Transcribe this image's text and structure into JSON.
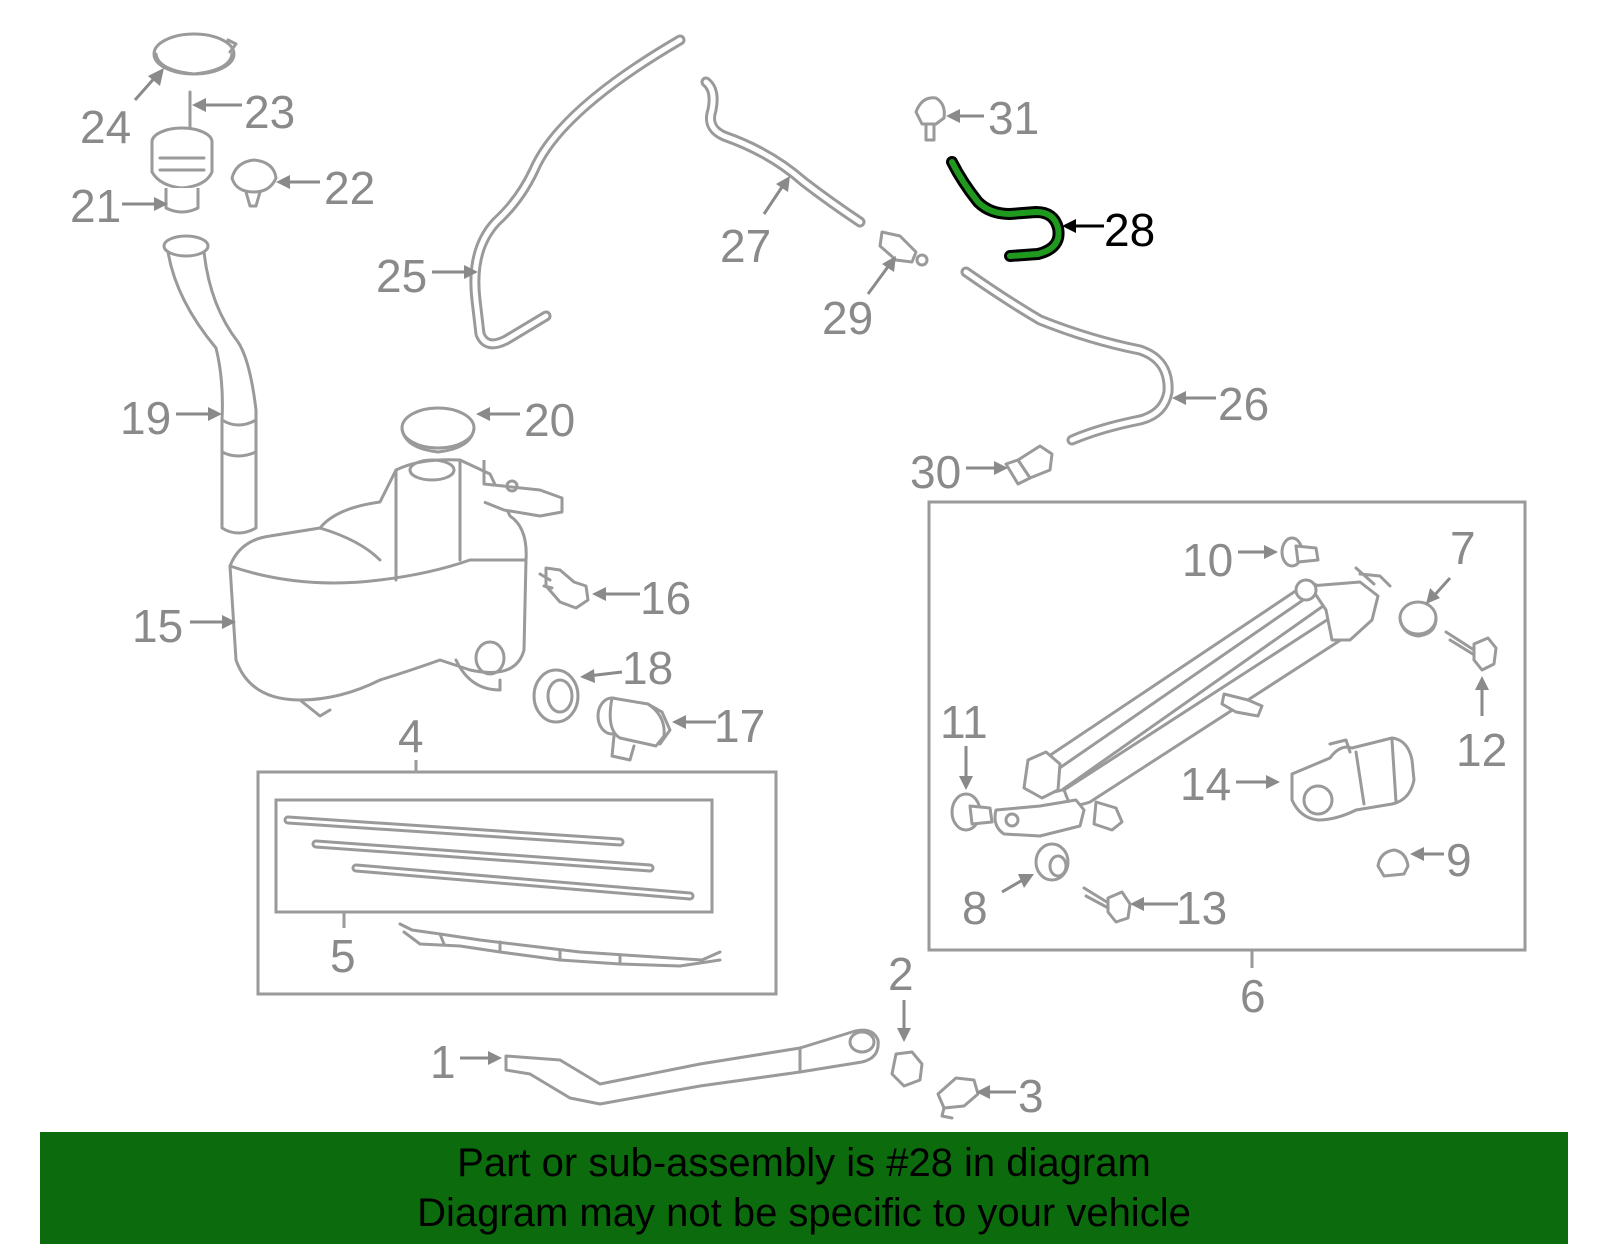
{
  "highlighted_part": "28",
  "highlight_color": "#0c6b0c",
  "banner": {
    "background": "#0c6b0c",
    "line1": "Part or sub-assembly is #28 in diagram",
    "line2": "Diagram may not be specific to your vehicle"
  },
  "callouts": {
    "c1": "1",
    "c2": "2",
    "c3": "3",
    "c4": "4",
    "c5": "5",
    "c6": "6",
    "c7": "7",
    "c8": "8",
    "c9": "9",
    "c10": "10",
    "c11": "11",
    "c12": "12",
    "c13": "13",
    "c14": "14",
    "c15": "15",
    "c16": "16",
    "c17": "17",
    "c18": "18",
    "c19": "19",
    "c20": "20",
    "c21": "21",
    "c22": "22",
    "c23": "23",
    "c24": "24",
    "c25": "25",
    "c26": "26",
    "c27": "27",
    "c28": "28",
    "c29": "29",
    "c30": "30",
    "c31": "31"
  }
}
